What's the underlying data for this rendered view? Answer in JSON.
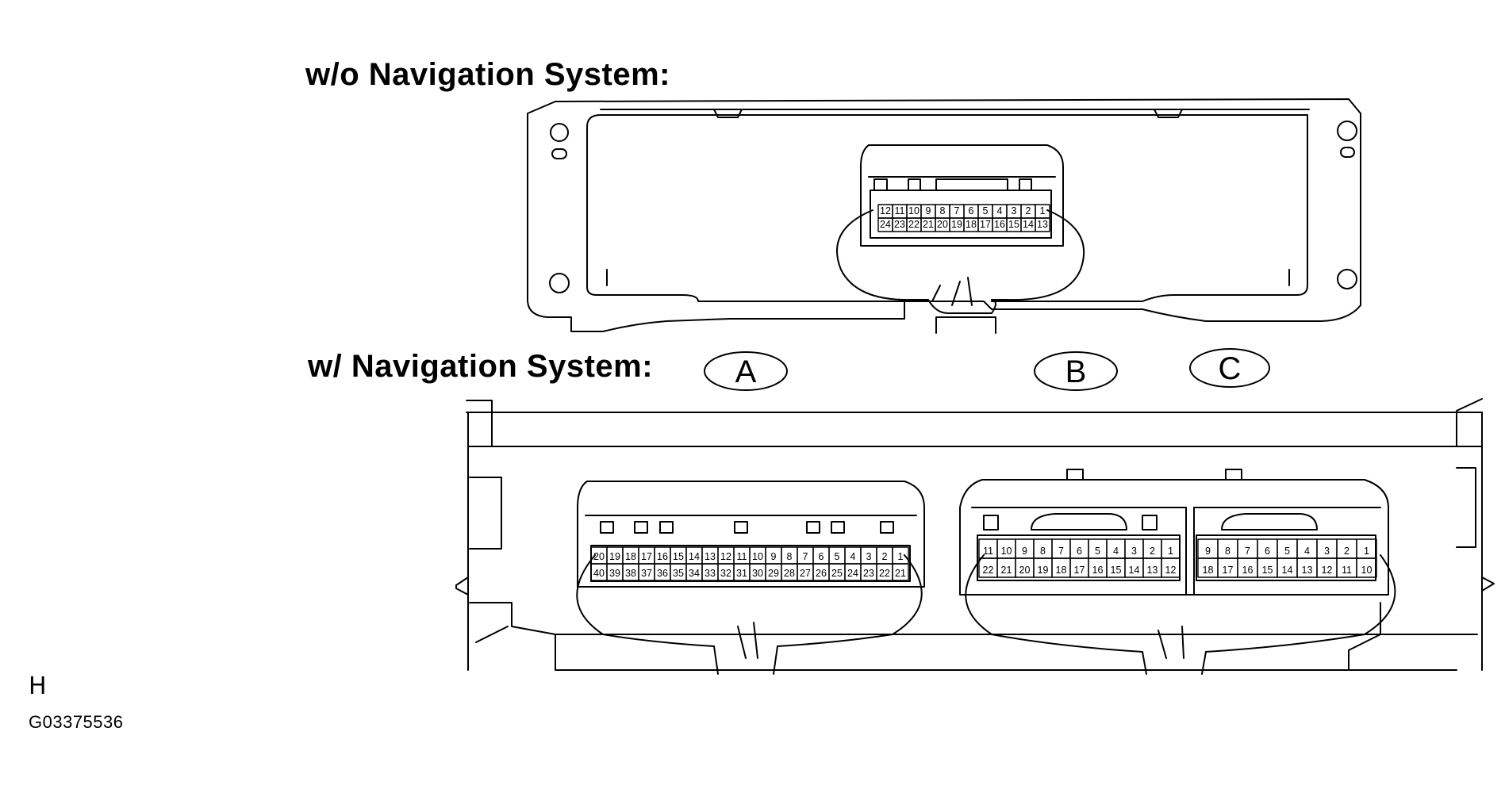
{
  "headings": {
    "without_nav": "w/o Navigation System:",
    "with_nav": "w/ Navigation System:"
  },
  "connector_labels": [
    "A",
    "B",
    "C"
  ],
  "top_connector": {
    "row1": [
      "12",
      "11",
      "10",
      "9",
      "8",
      "7",
      "6",
      "5",
      "4",
      "3",
      "2",
      "1"
    ],
    "row2": [
      "24",
      "23",
      "22",
      "21",
      "20",
      "19",
      "18",
      "17",
      "16",
      "15",
      "14",
      "13"
    ]
  },
  "connector_a": {
    "row1": [
      "20",
      "19",
      "18",
      "17",
      "16",
      "15",
      "14",
      "13",
      "12",
      "11",
      "10",
      "9",
      "8",
      "7",
      "6",
      "5",
      "4",
      "3",
      "2",
      "1"
    ],
    "row2": [
      "40",
      "39",
      "38",
      "37",
      "36",
      "35",
      "34",
      "33",
      "32",
      "31",
      "30",
      "29",
      "28",
      "27",
      "26",
      "25",
      "24",
      "23",
      "22",
      "21"
    ]
  },
  "connector_b": {
    "row1": [
      "11",
      "10",
      "9",
      "8",
      "7",
      "6",
      "5",
      "4",
      "3",
      "2",
      "1"
    ],
    "row2": [
      "22",
      "21",
      "20",
      "19",
      "18",
      "17",
      "16",
      "15",
      "14",
      "13",
      "12"
    ]
  },
  "connector_c": {
    "row1": [
      "9",
      "8",
      "7",
      "6",
      "5",
      "4",
      "3",
      "2",
      "1"
    ],
    "row2": [
      "18",
      "17",
      "16",
      "15",
      "14",
      "13",
      "12",
      "11",
      "10"
    ]
  },
  "corner_letter": "H",
  "figure_id": "G03375536"
}
